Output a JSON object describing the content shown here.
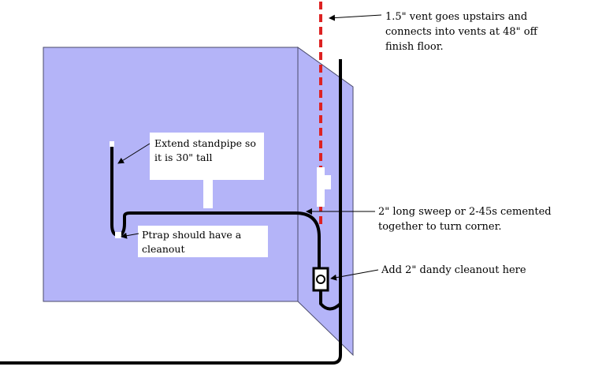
{
  "colors": {
    "wall_fill": "#b4b4f8",
    "wall_stroke": "#4a4a6a",
    "pipe": "#000000",
    "vent": "#dd2222",
    "label_bg": "#ffffff"
  },
  "annotations": {
    "vent": {
      "lines": [
        "1.5\" vent goes upstairs and",
        "connects into vents at 48\" off",
        "finish floor."
      ]
    },
    "standpipe": {
      "lines": [
        "Extend standpipe so",
        "it is 30\" tall"
      ]
    },
    "sweep": {
      "lines": [
        "2\" long sweep or 2-45s cemented",
        "together to turn corner."
      ]
    },
    "ptrap": {
      "lines": [
        "Ptrap should have a",
        "cleanout"
      ]
    },
    "cleanout": {
      "lines": [
        "Add 2\" dandy cleanout here"
      ]
    }
  }
}
